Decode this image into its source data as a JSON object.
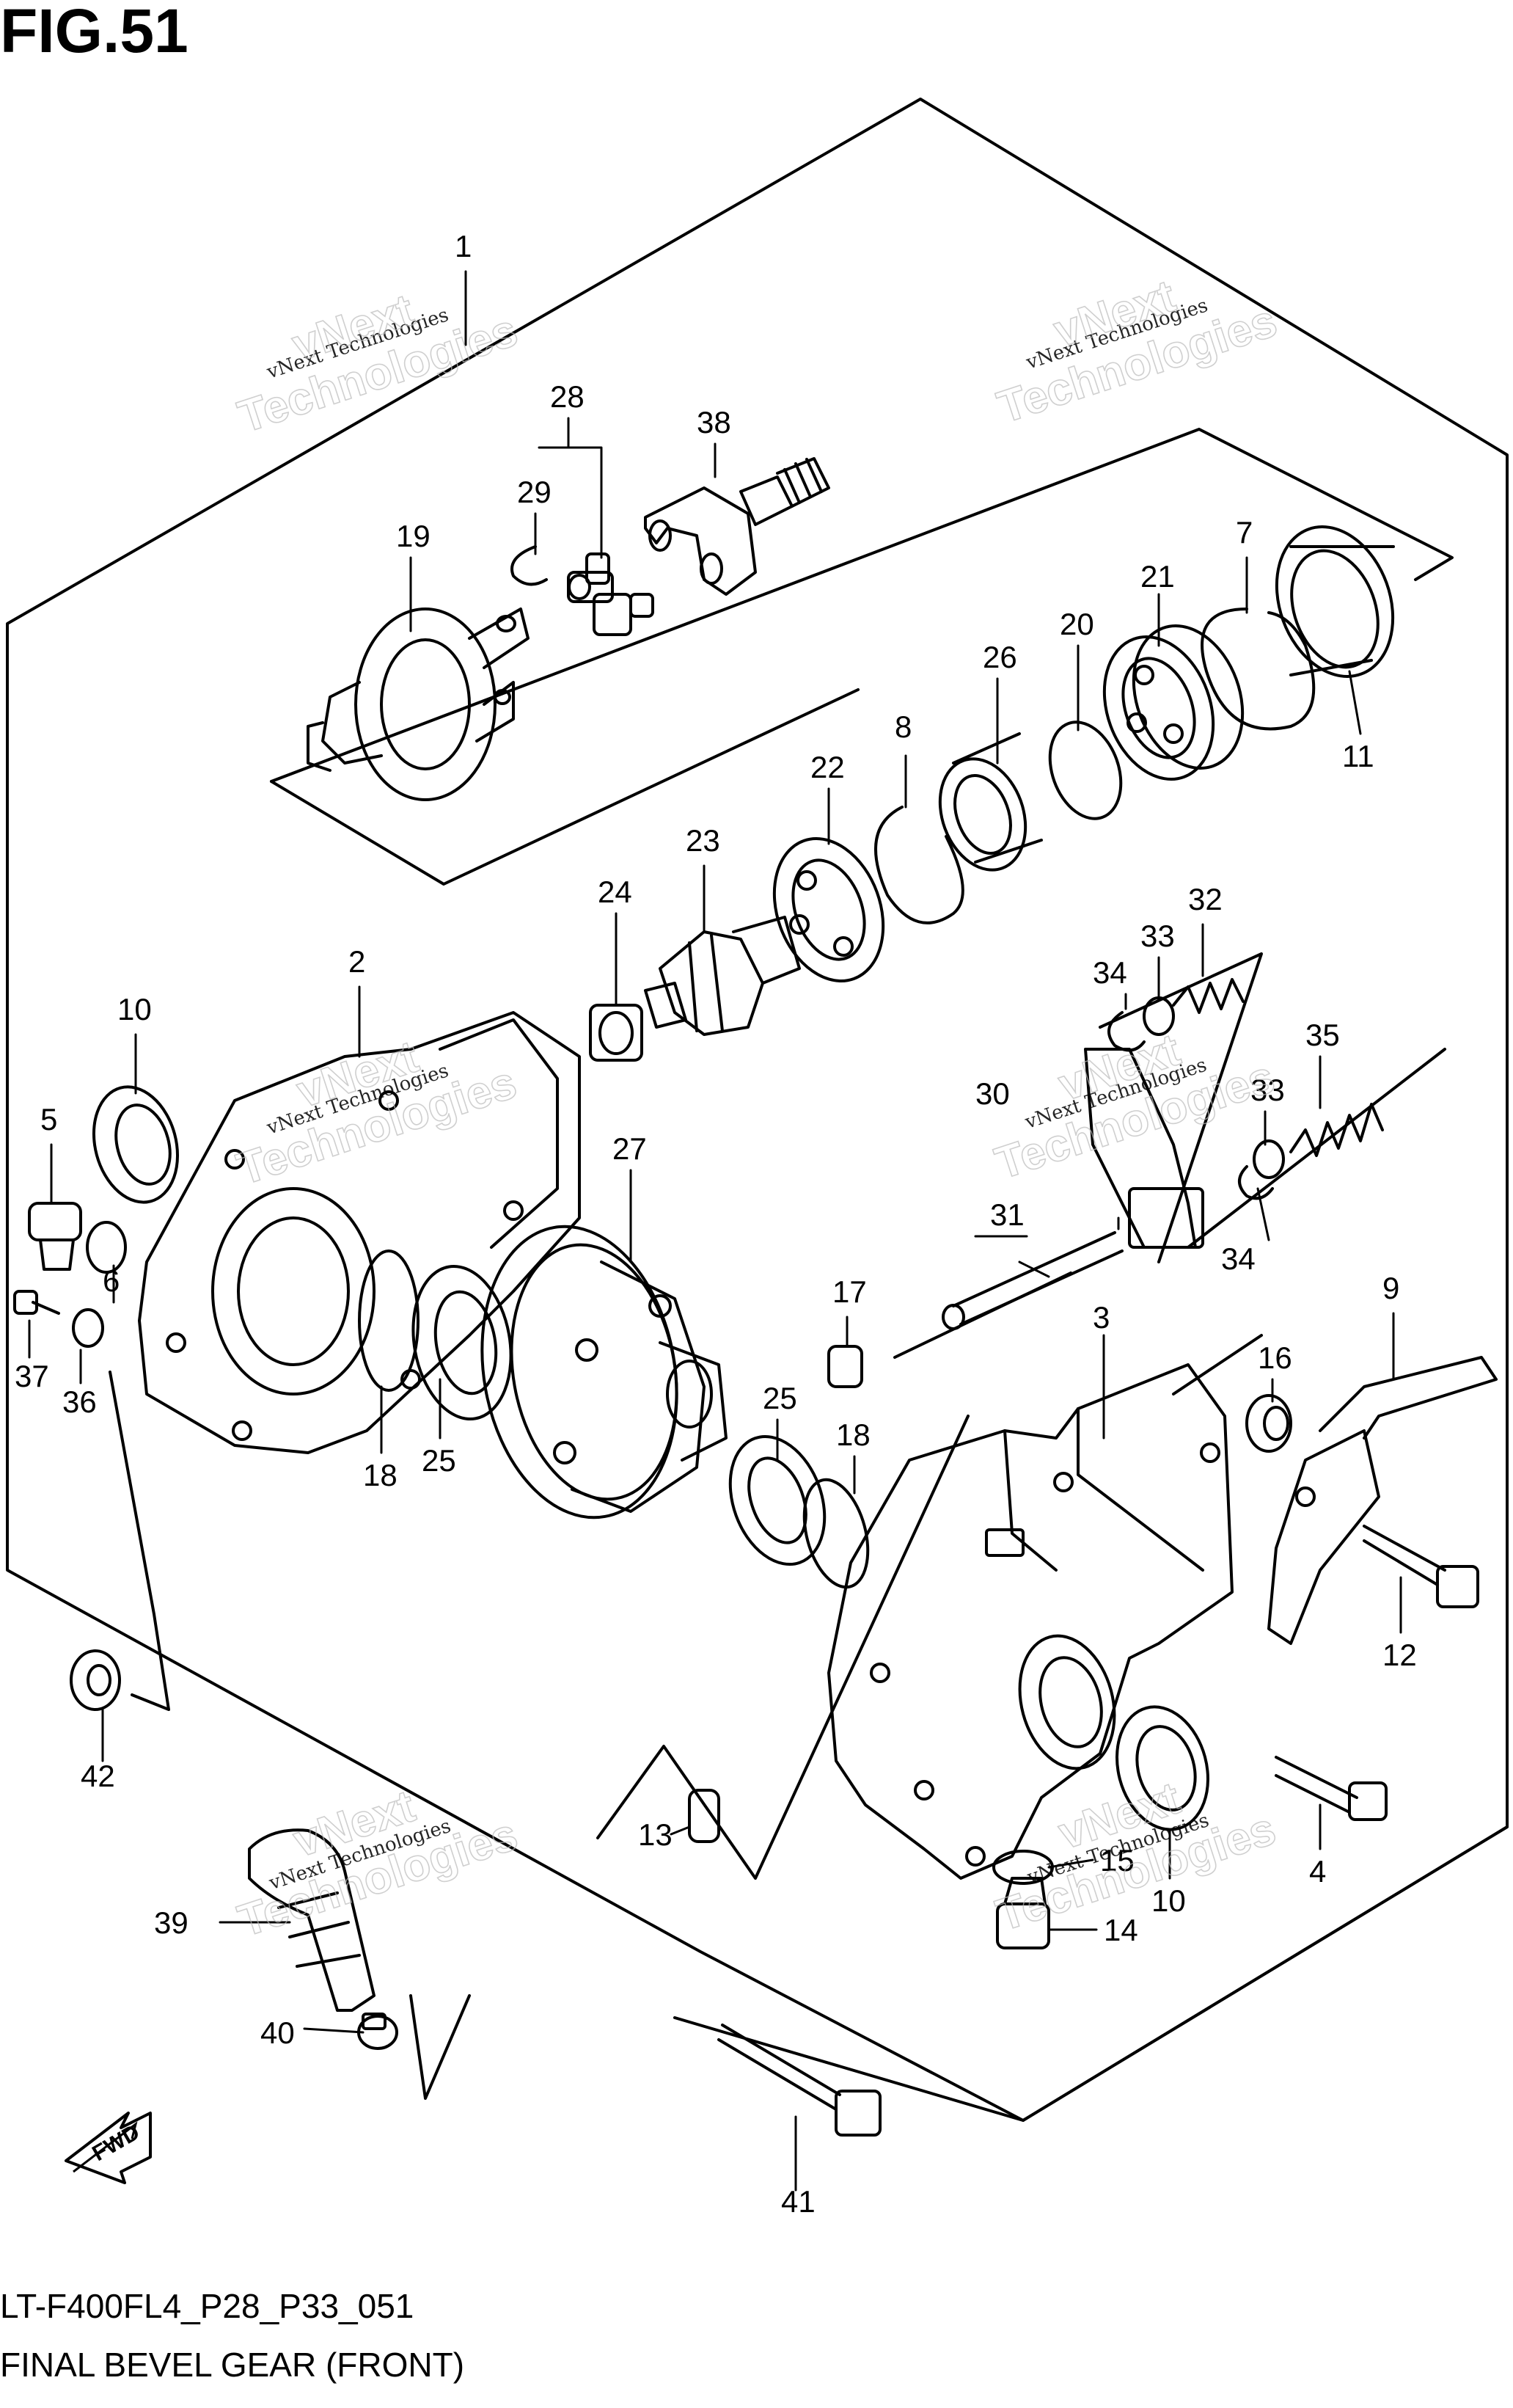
{
  "figure_title": "FIG.51",
  "footer": {
    "drawing_code": "LT-F400FL4_P28_P33_051",
    "diagram_name": "FINAL BEVEL GEAR (FRONT)"
  },
  "watermark": {
    "line_small": "vNext Technologies",
    "line_big_1": "vNext",
    "line_big_2": "Technologies"
  },
  "fwd_arrow_label": "FWD",
  "callouts": [
    "1",
    "2",
    "3",
    "4",
    "5",
    "6",
    "7",
    "8",
    "9",
    "10",
    "10",
    "11",
    "12",
    "13",
    "14",
    "15",
    "16",
    "17",
    "18",
    "18",
    "19",
    "20",
    "21",
    "22",
    "23",
    "24",
    "25",
    "25",
    "26",
    "27",
    "28",
    "29",
    "30",
    "31",
    "32",
    "33",
    "33",
    "34",
    "34",
    "35",
    "36",
    "37",
    "38",
    "39",
    "40",
    "41",
    "42"
  ]
}
